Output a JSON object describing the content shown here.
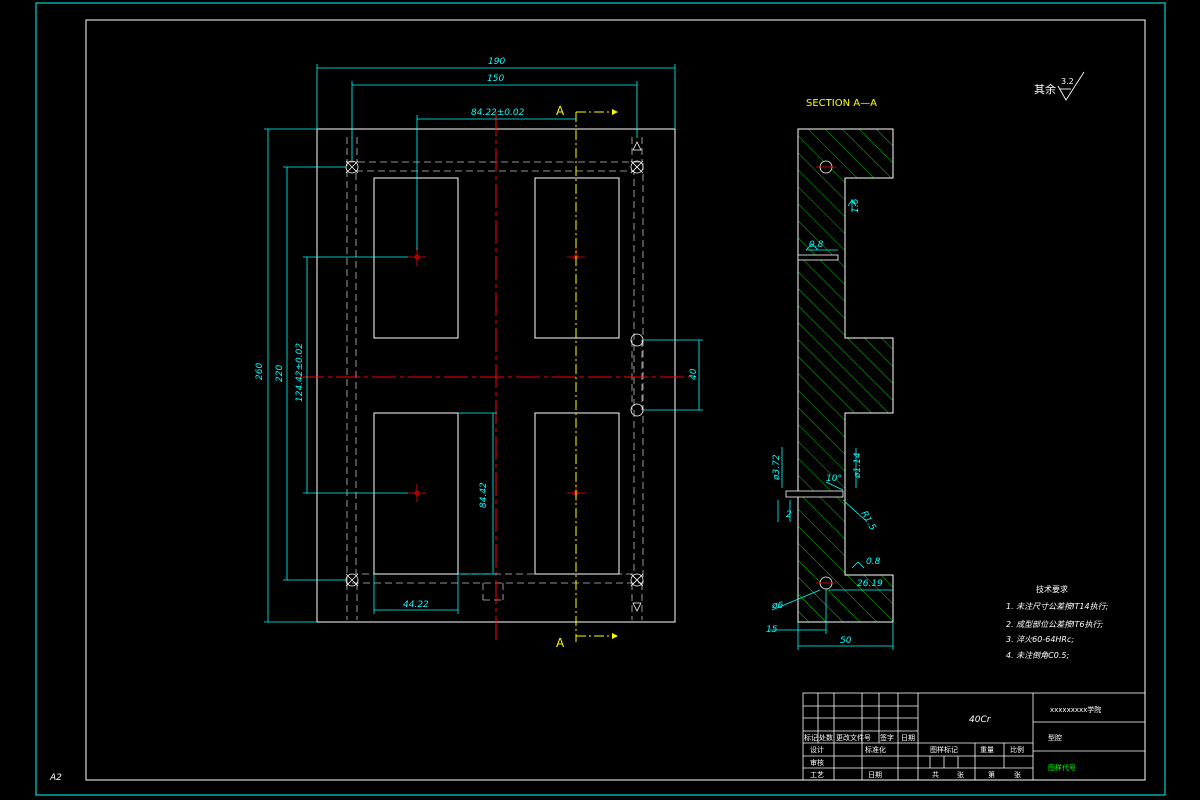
{
  "sheet": {
    "size_label": "A2"
  },
  "colors": {
    "outline": "#ffffff",
    "dimension": "#00ffff",
    "centerline": "#ff0000",
    "section_axis": "#ffff00",
    "hatch": "#00ff00",
    "hidden": "#c0c0c0"
  },
  "plan_view": {
    "dims": {
      "overall_width": "190",
      "hole_span_width": "150",
      "center_offset": "84.22±0.02",
      "overall_height": "260",
      "hole_span_height": "220",
      "vertical_pitch": "124.42±0.02",
      "gap": "40",
      "pocket_height": "84.42",
      "pocket_width": "44.22"
    },
    "section_marker": "A"
  },
  "section_view": {
    "title": "SECTION A—A",
    "annotations": {
      "roughness_top": "1.6",
      "roughness_mid": "0.8",
      "dia_left": "ø3.72",
      "angle": "10°",
      "dia_right": "ø1.14",
      "small_dim": "2",
      "radius": "R1.5",
      "roughness_bottom": "0.8",
      "bottom_offset": "26.19",
      "hole_dia": "ø6",
      "bottom_dim": "15",
      "thickness": "50"
    }
  },
  "surface_finish": {
    "label": "其余",
    "value": "3.2"
  },
  "tech_requirements": {
    "title": "技术要求",
    "items": [
      "1. 未注尺寸公差按IT14执行;",
      "2. 成型部位公差按IT6执行;",
      "3. 淬火60-64HRc;",
      "4. 未注倒角C0.5;"
    ]
  },
  "title_block": {
    "school": "xxxxxxxxx学院",
    "material": "40Cr",
    "part_name": "型腔",
    "drawing_no": "图样代号",
    "row_labels": [
      "标记",
      "处数",
      "更改文件号",
      "签字",
      "日期"
    ],
    "designer": "设计",
    "standardize": "标准化",
    "stage": "图样标记",
    "weight": "重量",
    "scale": "比例",
    "review": "审核",
    "process": "工艺",
    "date": "日期",
    "total": "共",
    "sheet": "张",
    "page": "第",
    "page_unit": "张"
  }
}
